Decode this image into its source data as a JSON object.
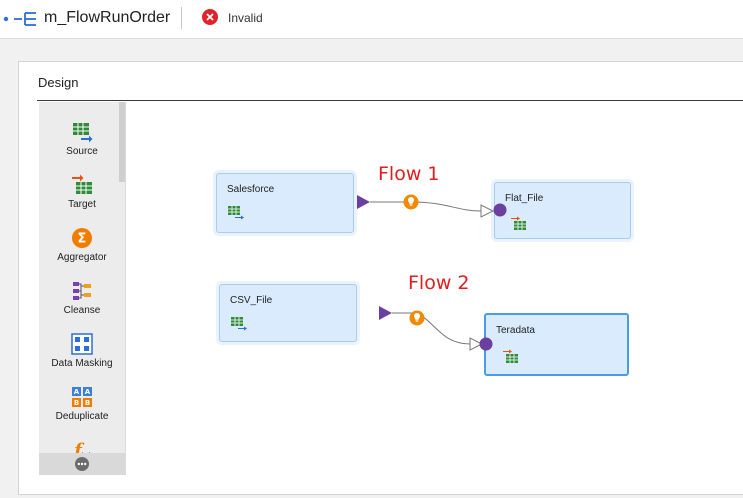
{
  "header": {
    "map_icon": "mapping-icon",
    "title": "m_FlowRunOrder",
    "status_icon": "error-x-icon",
    "status": "Invalid"
  },
  "design": {
    "title": "Design",
    "palette": [
      {
        "label": "Source",
        "icon": "source-icon"
      },
      {
        "label": "Target",
        "icon": "target-icon"
      },
      {
        "label": "Aggregator",
        "icon": "aggregator-icon"
      },
      {
        "label": "Cleanse",
        "icon": "cleanse-icon"
      },
      {
        "label": "Data Masking",
        "icon": "data-masking-icon"
      },
      {
        "label": "Deduplicate",
        "icon": "deduplicate-icon"
      },
      {
        "label": "",
        "icon": "expression-icon"
      }
    ],
    "more_icon": "more-icon"
  },
  "canvas": {
    "flows": [
      {
        "label": "Flow 1",
        "source": "Salesforce",
        "target": "Flat_File"
      },
      {
        "label": "Flow 2",
        "source": "CSV_File",
        "target": "Teradata"
      }
    ]
  },
  "colors": {
    "node_fill": "#d9ebfc",
    "node_border": "#a9cdef",
    "selected_border": "#4a9ce8",
    "port_purple": "#6b3fa0",
    "link_orange": "#f08a00",
    "flow_red": "#e01e1e",
    "error_red": "#e0222b"
  }
}
